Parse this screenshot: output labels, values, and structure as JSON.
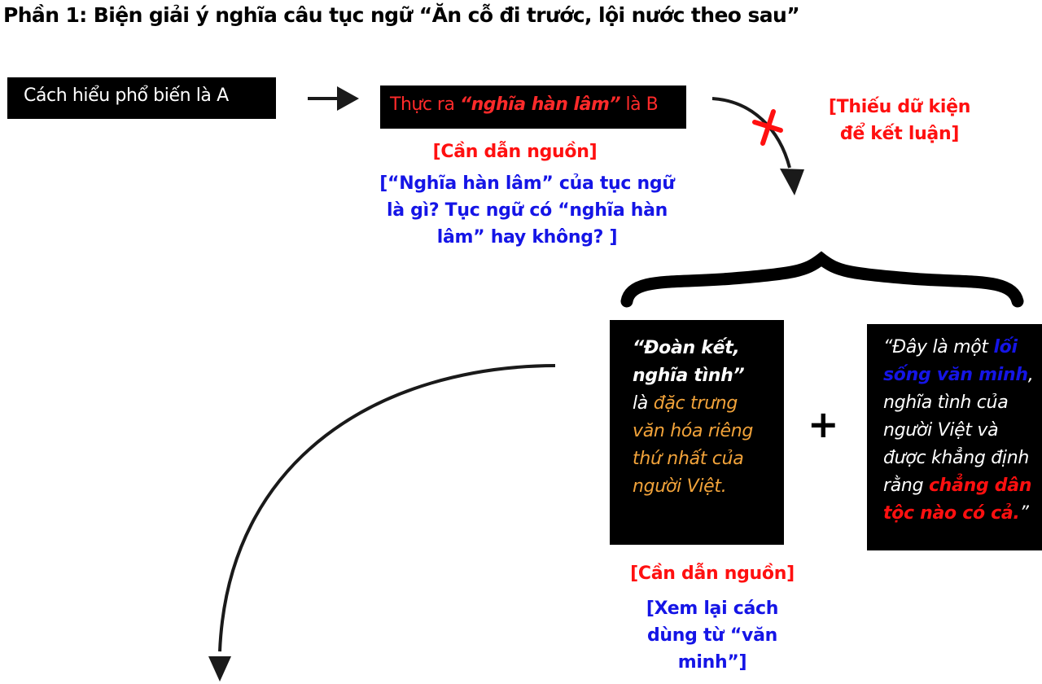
{
  "title": "Phần 1: Biện giải ý nghĩa câu tục ngữ  “Ăn cỗ đi trước, lội nước theo sau”",
  "box_a": {
    "label": "Cách hiểu phổ biến là A"
  },
  "box_b": {
    "pre": "Thực ra ",
    "emphasis": "“nghĩa hàn lâm”",
    "post": " là B"
  },
  "note_source_1": "[Cần dẫn nguồn]",
  "note_question": {
    "line1": "[“Nghĩa hàn lâm” của tục ngữ",
    "line2": "là gì? Tục ngữ có “nghĩa hàn",
    "line3": "lâm” hay không? ]"
  },
  "note_missing": {
    "line1": "[Thiếu dữ kiện",
    "line2": "để kết luận]"
  },
  "card_1": {
    "quote_line1": "“Đoàn kết,",
    "quote_line2": "nghĩa tình”",
    "la": "là ",
    "highlight_1": "đặc trưng",
    "highlight_2": "văn hóa riêng",
    "highlight_3": "thứ nhất của",
    "highlight_4": "người Việt."
  },
  "plus_sign": "+",
  "card_2": {
    "line1_pre": "“Đây là một ",
    "line1_blue": "lối",
    "line2_blue": "sống văn minh",
    "line2_post": ",",
    "line3": "nghĩa tình của",
    "line4": "người Việt và",
    "line5": "được khẳng định",
    "line6_pre": "rằng ",
    "line6_red": "chẳng dân",
    "line7_red": "tộc nào có cả.",
    "line7_post": "”"
  },
  "note_source_2": "[Cần dẫn nguồn]",
  "note_review": {
    "line1": "[Xem lại cách",
    "line2": "dùng từ “văn",
    "line3": "minh”]"
  },
  "colors": {
    "red": "#ff1010",
    "blue": "#1515e6",
    "orange": "#f2a33a",
    "box": "#000000",
    "arrow": "#1a1a1a"
  }
}
